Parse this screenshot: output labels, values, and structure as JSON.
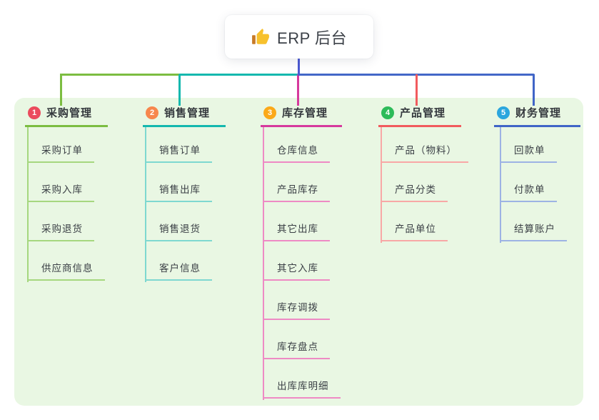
{
  "root": {
    "label": "ERP 后台",
    "icon": "thumbs-up-icon"
  },
  "colors": {
    "canvas_bg": "#ffffff",
    "panel_bg": "#e9f7e3",
    "root_connector": "#4b59d2",
    "right_connector": "#4468c8",
    "text": "#3a3f45",
    "thumb_yellow": "#f7c12d",
    "thumb_sleeve": "#c77b28"
  },
  "branches": [
    {
      "number": "1",
      "label": "采购管理",
      "circle_color": "#eb4b5d",
      "line_color": "#7cbd41",
      "child_line_color": "#a6d77f",
      "children": [
        "采购订单",
        "采购入库",
        "采购退货",
        "供应商信息"
      ]
    },
    {
      "number": "2",
      "label": "销售管理",
      "circle_color": "#f7874d",
      "line_color": "#14b8ae",
      "child_line_color": "#7ed8d0",
      "children": [
        "销售订单",
        "销售出库",
        "销售退货",
        "客户信息"
      ]
    },
    {
      "number": "3",
      "label": "库存管理",
      "circle_color": "#fba919",
      "line_color": "#d6399d",
      "child_line_color": "#ee8ac4",
      "children": [
        "仓库信息",
        "产品库存",
        "其它出库",
        "其它入库",
        "库存调拨",
        "库存盘点",
        "出库库明细"
      ]
    },
    {
      "number": "4",
      "label": "产品管理",
      "circle_color": "#2dbb59",
      "line_color": "#f15b5e",
      "child_line_color": "#f8a8a6",
      "children": [
        "产品（物料）",
        "产品分类",
        "产品单位"
      ]
    },
    {
      "number": "5",
      "label": "财务管理",
      "circle_color": "#2ba6de",
      "line_color": "#4065c7",
      "child_line_color": "#9db3e4",
      "children": [
        "回款单",
        "付款单",
        "结算账户"
      ]
    }
  ]
}
